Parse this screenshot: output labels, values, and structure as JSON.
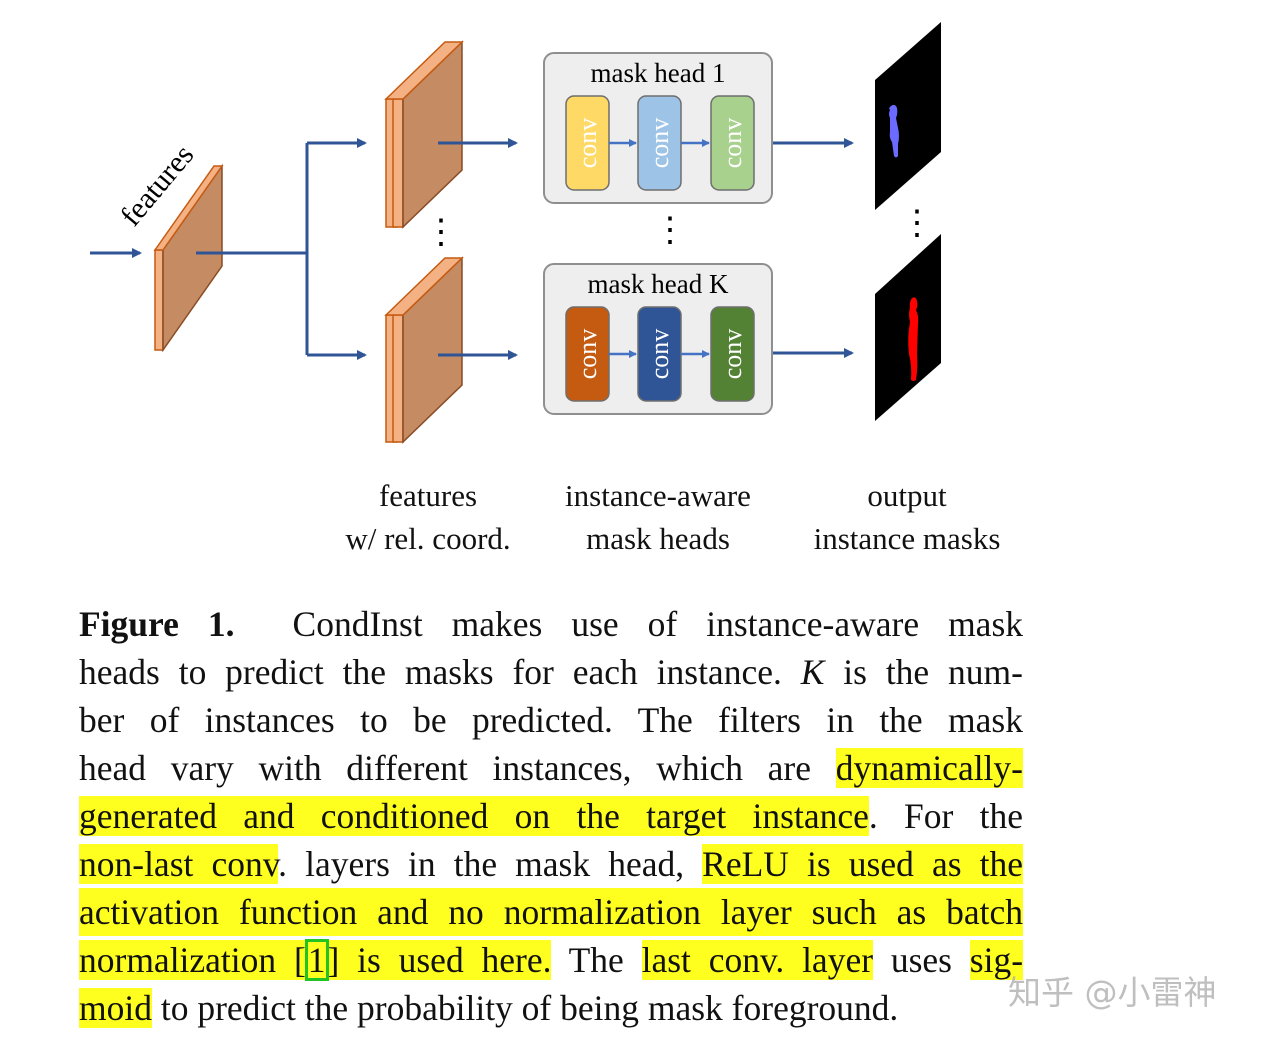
{
  "figure": {
    "input_label": "features",
    "mask_heads": [
      {
        "title": "mask head 1",
        "convs": [
          "conv",
          "conv",
          "conv"
        ],
        "colors": [
          "#ffd966",
          "#9dc3e6",
          "#a9d18e"
        ],
        "mask_color": "#6b6bff"
      },
      {
        "title": "mask head K",
        "convs": [
          "conv",
          "conv",
          "conv"
        ],
        "colors": [
          "#c55a11",
          "#2f5597",
          "#548235"
        ],
        "mask_color": "#ff0000"
      }
    ],
    "ellipsis": "⋮",
    "column_labels": {
      "features": [
        "features",
        "w/ rel. coord."
      ],
      "heads": [
        "instance-aware",
        "mask heads"
      ],
      "output": [
        "output",
        "instance masks"
      ]
    },
    "feature_color": "#c58b63",
    "feature_edge_color": "#f4b183",
    "arrow_color": "#2f5597"
  },
  "caption": {
    "label": "Figure 1.",
    "l1": "CondInst makes use of instance-aware mask",
    "l2a": "heads to predict the masks for each instance.",
    "l2k": "K",
    "l2b": "is the num-",
    "l3": "ber of instances to be predicted.  The filters in the mask",
    "l4a": "head vary with different instances, which are",
    "l4h": "dynamically-",
    "l5h": "generated and conditioned on the target instance",
    "l5b": ".  For the",
    "l6h": "non-last conv",
    "l6b": ". layers in the mask head,",
    "l6h2": "ReLU is used as the",
    "l7h": "activation function and no normalization layer such as batch",
    "l8h": "normalization [",
    "l8c": "1",
    "l8h2": "] is used here.",
    "l8b": "The",
    "l8h3": "last conv. layer",
    "l8c2": "uses",
    "l8h4": "sig-",
    "l9h": "moid",
    "l9b": "to predict the probability of being mask foreground."
  },
  "watermark": "知乎 @小雷神"
}
